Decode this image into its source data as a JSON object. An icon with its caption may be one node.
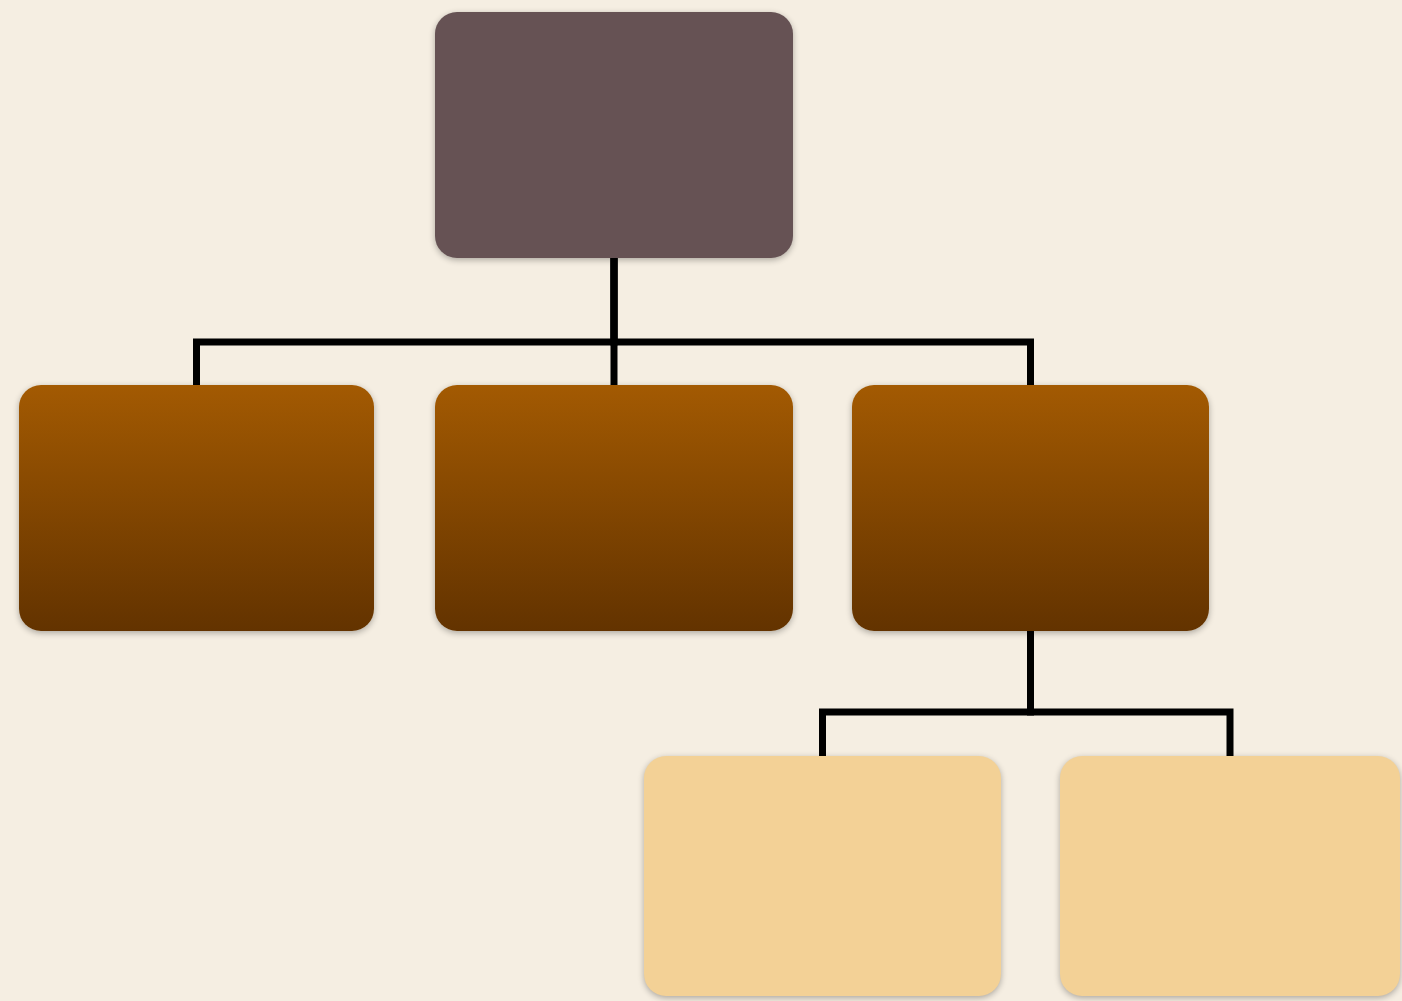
{
  "diagram": {
    "nodes": [
      {
        "text": [],
        "shape": "box"
      },
      {
        "text": [],
        "shape": "box"
      },
      {
        "text": [],
        "shape": "box"
      },
      {
        "text": [],
        "shape": "box"
      },
      {
        "text": [],
        "shape": "box"
      },
      {
        "text": [],
        "shape": "box"
      }
    ],
    "edges": [
      {
        "from": 0,
        "to": 1,
        "arrow": "none"
      },
      {
        "from": 0,
        "to": 2,
        "arrow": "none"
      },
      {
        "from": 0,
        "to": 3,
        "arrow": "none"
      },
      {
        "from": 3,
        "to": 4,
        "arrow": "none"
      },
      {
        "from": 3,
        "to": 5,
        "arrow": "none"
      }
    ]
  }
}
